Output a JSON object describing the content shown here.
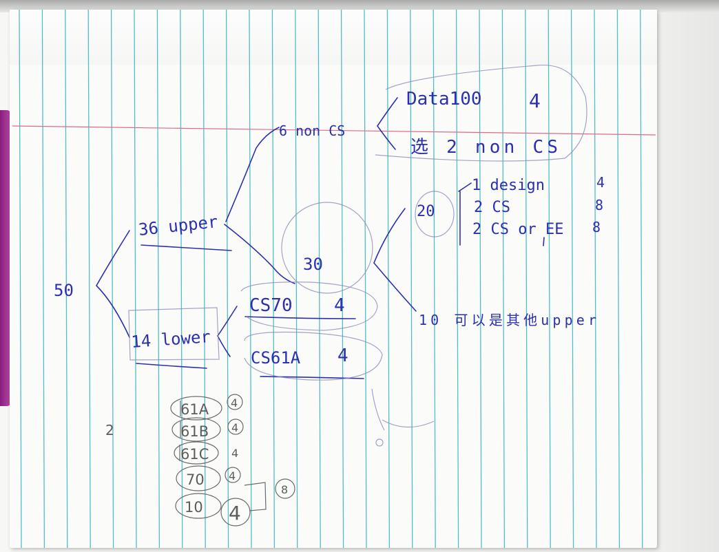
{
  "tree": {
    "root": "50",
    "upper": "36 upper",
    "lower": "14 lower",
    "non_cs": "6 non CS",
    "data100": "Data100",
    "data100_units": "4",
    "other_non_cs": "选 2 non CS",
    "core": "30",
    "cs70": "CS70",
    "cs70_units": "4",
    "cs61a": "CS61A",
    "cs61a_units": "4",
    "cluster_20": "20",
    "design": "1 design",
    "design_units": "4",
    "two_cs": "2 CS",
    "two_cs_units": "8",
    "cs_or_ee": "2 CS or EE",
    "cs_or_ee_units": "8",
    "other_upper": "10 可以是其他upper"
  },
  "pencil": {
    "side_number": "2",
    "courses": [
      "61A",
      "61B",
      "61C",
      "70",
      "10"
    ],
    "units": [
      "4",
      "4",
      "4",
      "4",
      "4"
    ],
    "total": "8"
  },
  "colors": {
    "ink": "#2b2fb0",
    "pencil": "#5c5c5c",
    "rule_lines": "#33b3c4",
    "margin_line": "#e06a84",
    "cover": "#8a1c7d"
  }
}
